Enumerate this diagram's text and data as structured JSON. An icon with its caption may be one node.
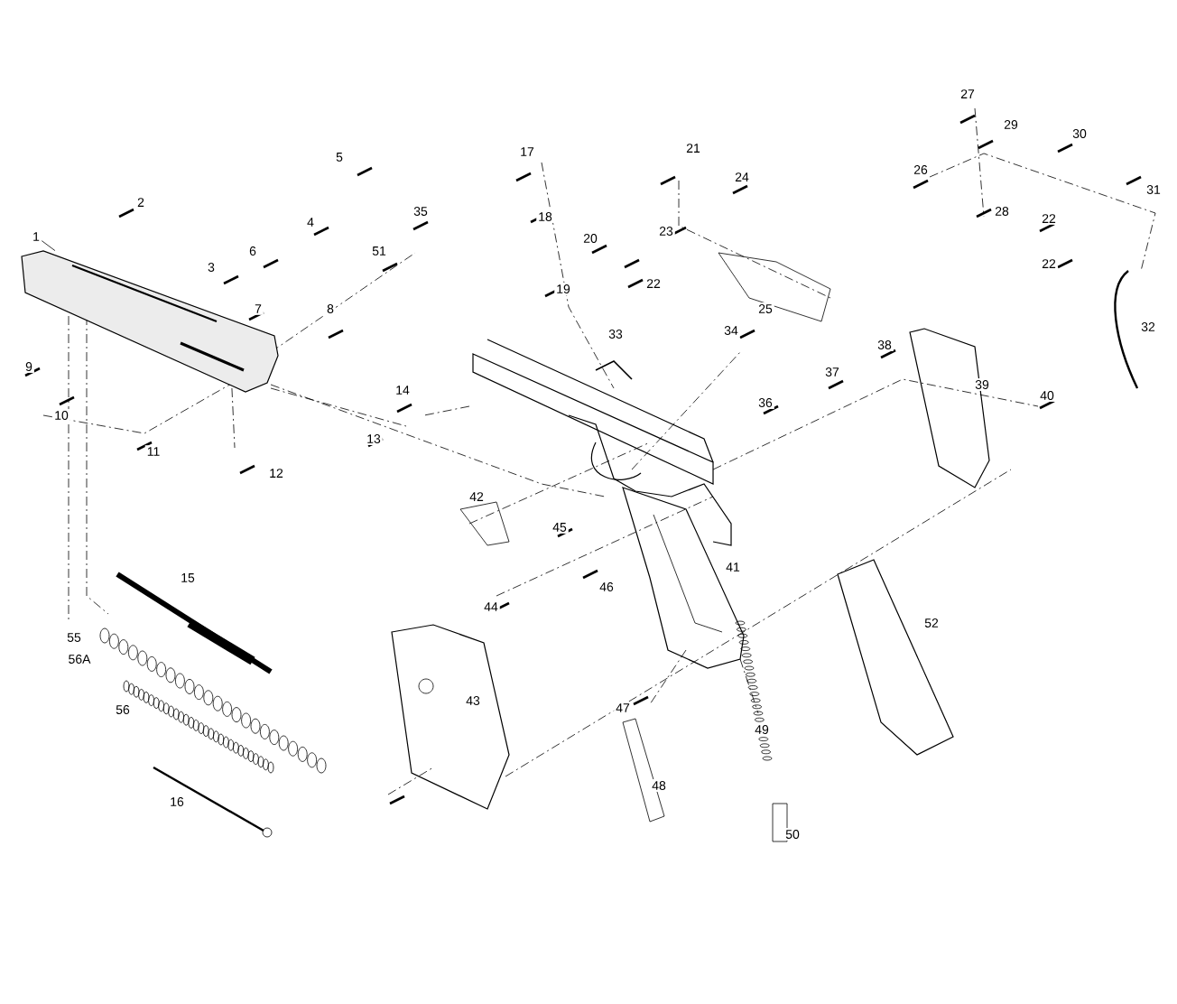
{
  "diagram": {
    "nodes": [
      {
        "text": [
          "1"
        ]
      },
      {
        "text": [],
        "shape": "picture"
      }
    ],
    "edges": [
      {
        "from": 0,
        "to": 1,
        "arrow": "none"
      }
    ],
    "labels": [
      "27",
      "5",
      "29",
      "30",
      "21",
      "17",
      "26",
      "24",
      "2",
      "4",
      "31",
      "28",
      "35",
      "18",
      "22",
      "23",
      "6",
      "20",
      "51",
      "3",
      "22",
      "22",
      "19",
      "7",
      "8",
      "25",
      "32",
      "34",
      "33",
      "38",
      "9",
      "37",
      "39",
      "14",
      "40",
      "36",
      "10",
      "13",
      "11",
      "12",
      "42",
      "45",
      "41",
      "15",
      "46",
      "44",
      "52",
      "55",
      "56A",
      "43",
      "47",
      "56",
      "49",
      "48",
      "16",
      "50"
    ]
  }
}
